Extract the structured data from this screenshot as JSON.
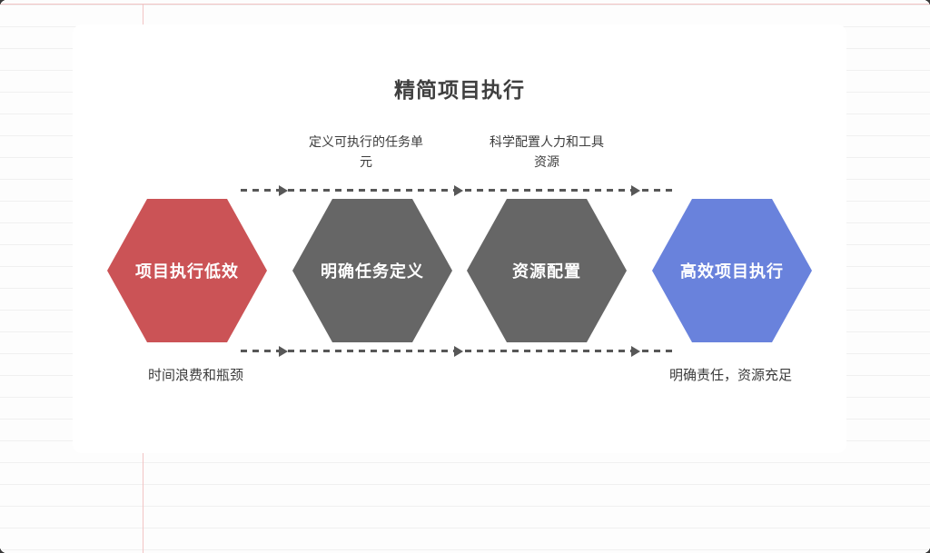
{
  "diagram": {
    "title": "精简项目执行",
    "nodes": [
      {
        "label": "项目执行低效",
        "color": "#cb5356"
      },
      {
        "label": "明确任务定义",
        "color": "#666666"
      },
      {
        "label": "资源配置",
        "color": "#666666"
      },
      {
        "label": "高效项目执行",
        "color": "#6982dc"
      }
    ],
    "top_annotations": [
      "定义可执行的任务单元",
      "科学配置人力和工具资源"
    ],
    "bottom_annotations": [
      "时间浪费和瓶颈",
      "明确责任，资源充足"
    ],
    "colors": {
      "arrow": "#575757",
      "node_text": "#ffffff",
      "title_text": "#3f3f3f",
      "annotation_text": "#3c3c3c",
      "card_bg": "#ffffff",
      "grid_line": "#f0f0f0",
      "grid_accent": "#f2c4c4"
    }
  }
}
